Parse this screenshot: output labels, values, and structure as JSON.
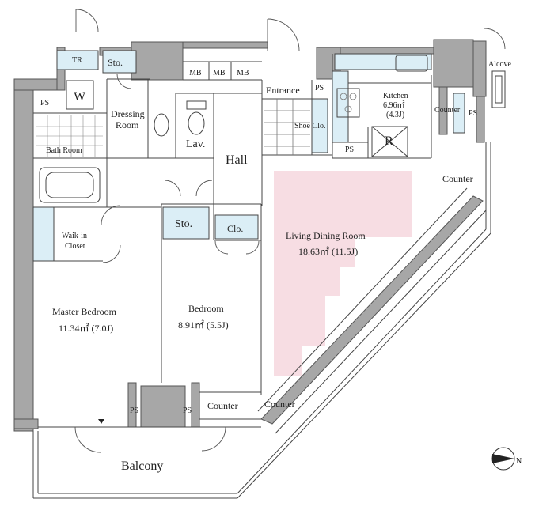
{
  "rooms": {
    "tr": "TR",
    "sto_top": "Sto.",
    "w": "W",
    "ps_left": "PS",
    "dressing_1": "Dressing",
    "dressing_2": "Room",
    "bath": "Bath Room",
    "lav": "Lav.",
    "mb1": "MB",
    "mb2": "MB",
    "mb3": "MB",
    "entrance": "Entrance",
    "ps_entrance": "PS",
    "shoe_clo": "Shoe Clo.",
    "hall": "Hall",
    "kitchen_1": "Kitchen",
    "kitchen_2": "6.96㎡",
    "kitchen_3": "(4.3J)",
    "ps_kitchen": "PS",
    "r": "R",
    "counter_kitchen": "Counter",
    "ps_right": "PS",
    "alcove": "Alcove",
    "counter_right": "Counter",
    "walkin_1": "Waik-in",
    "walkin_2": "Closet",
    "sto_mid": "Sto.",
    "clo": "Clo.",
    "ldr_1": "Living Dining Room",
    "ldr_2": "18.63㎡ (11.5J)",
    "master_1": "Master Bedroom",
    "master_2": "11.34㎡ (7.0J)",
    "bed_1": "Bedroom",
    "bed_2": "8.91㎡ (5.5J)",
    "ps_b1": "PS",
    "ps_b2": "PS",
    "counter_b1": "Counter",
    "counter_b2": "Counter",
    "balcony": "Balcony",
    "north": "N"
  },
  "colors": {
    "wall": "#a7a7a7",
    "storage": "#dbeef6",
    "highlight": "#f7dde3"
  }
}
